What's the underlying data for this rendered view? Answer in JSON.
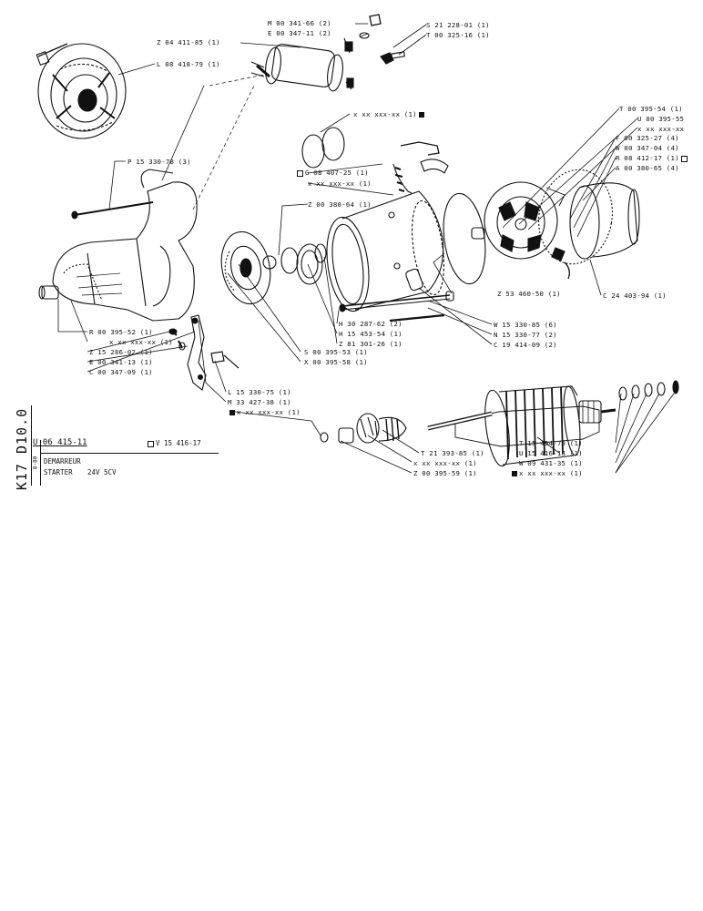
{
  "title_block": {
    "sheet_code": "K17 D10.0",
    "sub_code": "8-80",
    "assembly_ref": "U 06 415-11",
    "variant_ref": "V 15 416-17",
    "name_fr": "DEMARREUR",
    "name_en": "STARTER",
    "rating": "24V 5CV"
  },
  "labels": {
    "m00341": "M 00 341-66 (2)",
    "e00347": "E 00 347-11 (2)",
    "s21228": "S 21 228-01 (1)",
    "t00325": "T 00 325-16 (1)",
    "z04411": "Z 04 411-85 (1)",
    "l08418": "L 08 418-79 (1)",
    "xx_top": "x xx xxx-xx (1)",
    "p15330": "P 15 330-78 (3)",
    "g08407": "G 08 407-25 (1)",
    "xx_mid": "x xx xxx-xx (1)",
    "z00380": "Z 00 380-64 (1)",
    "t00395": "T 00 395-54 (1)",
    "u00395": "U 00 395-55",
    "xx_right": "x xx xxx-xx",
    "f00325": "F 00 325-27 (4)",
    "w00347": "W 00 347-04 (4)",
    "r08412": "R 08 412-17 (1)",
    "a00380": "A 00 380-65 (4)",
    "z53460": "Z 53 460-50 (1)",
    "c24403": "C 24 403-94 (1)",
    "h30287": "H 30 287-62 (2)",
    "h15453": "H 15 453-54 (1)",
    "z81301": "Z 81 301-26 (1)",
    "w15330": "W 15 330-85 (6)",
    "n15330": "N 15 330-77 (2)",
    "c19414": "C 19 414-09 (2)",
    "r00395": "R 00 395-52 (1)",
    "xx_left": "x xx xxx-xx (1)",
    "z15286": "Z 15 286-02 (1)",
    "e00341": "E 00 341-13 (1)",
    "c00347": "C 00 347-09 (1)",
    "s00395": "S 00 395-53 (1)",
    "x00395": "X 00 395-58 (1)",
    "l15330": "L 15 330-75 (1)",
    "m33427": "M 33 427-38 (1)",
    "xx_bl": "x xx xxx-xx (1)",
    "t21393": "T 21 393-85 (1)",
    "xx_b": "x xx xxx-xx (1)",
    "z00395": "Z 00 395-59 (1)",
    "t15454": "T 15 454-79 (1)",
    "u15416": "U 15 416-18 (1)",
    "w09431": "W 09 431-35 (1)",
    "xx_br": "x xx xxx-xx (1)"
  },
  "colors": {
    "ink": "#111111",
    "paper": "#ffffff"
  }
}
